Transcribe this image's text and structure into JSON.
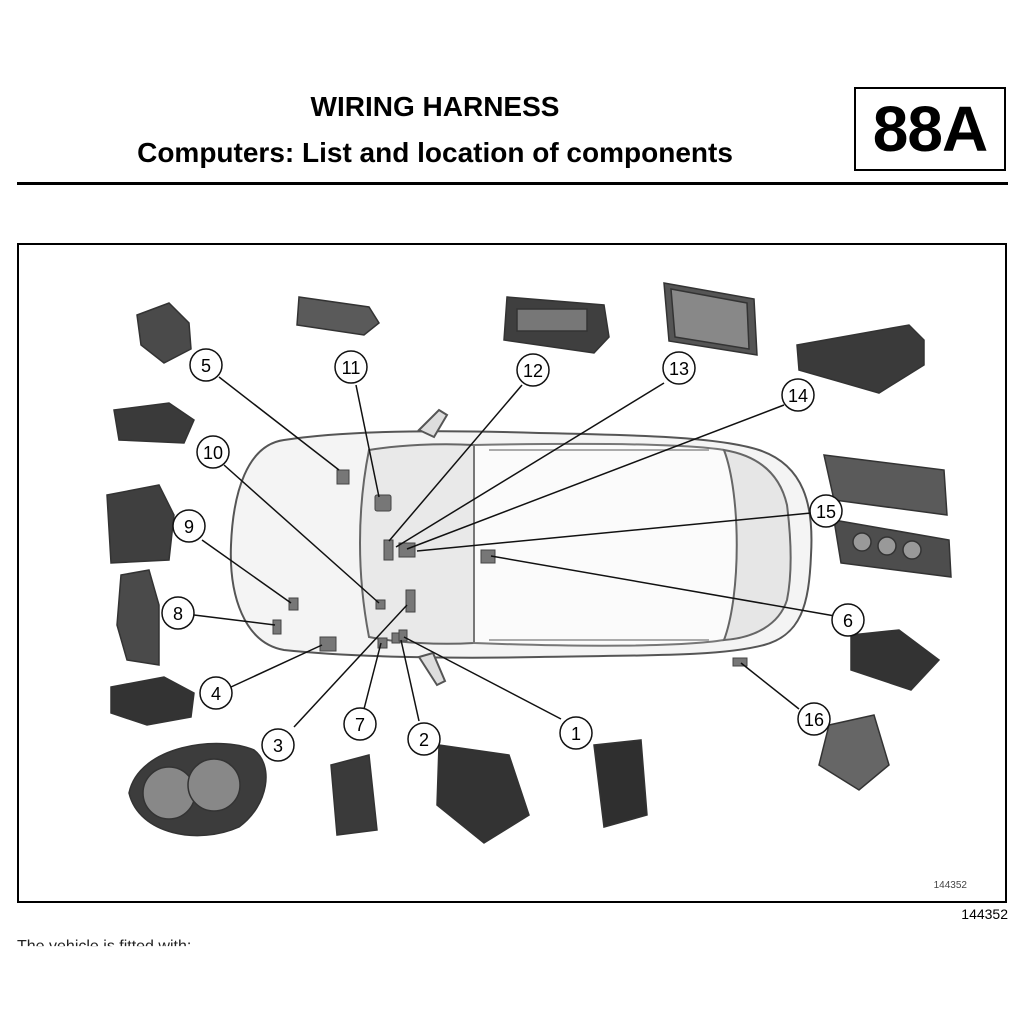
{
  "header": {
    "title": "WIRING HARNESS",
    "subtitle": "Computers: List and location of components",
    "section_code": "88A"
  },
  "figure": {
    "image_ref": "144352",
    "caption_ref": "144352",
    "callouts": [
      "1",
      "2",
      "3",
      "4",
      "5",
      "6",
      "7",
      "8",
      "9",
      "10",
      "11",
      "12",
      "13",
      "14",
      "15",
      "16"
    ]
  },
  "body_text": {
    "intro_partial": "The vehicle is fitted with:"
  }
}
